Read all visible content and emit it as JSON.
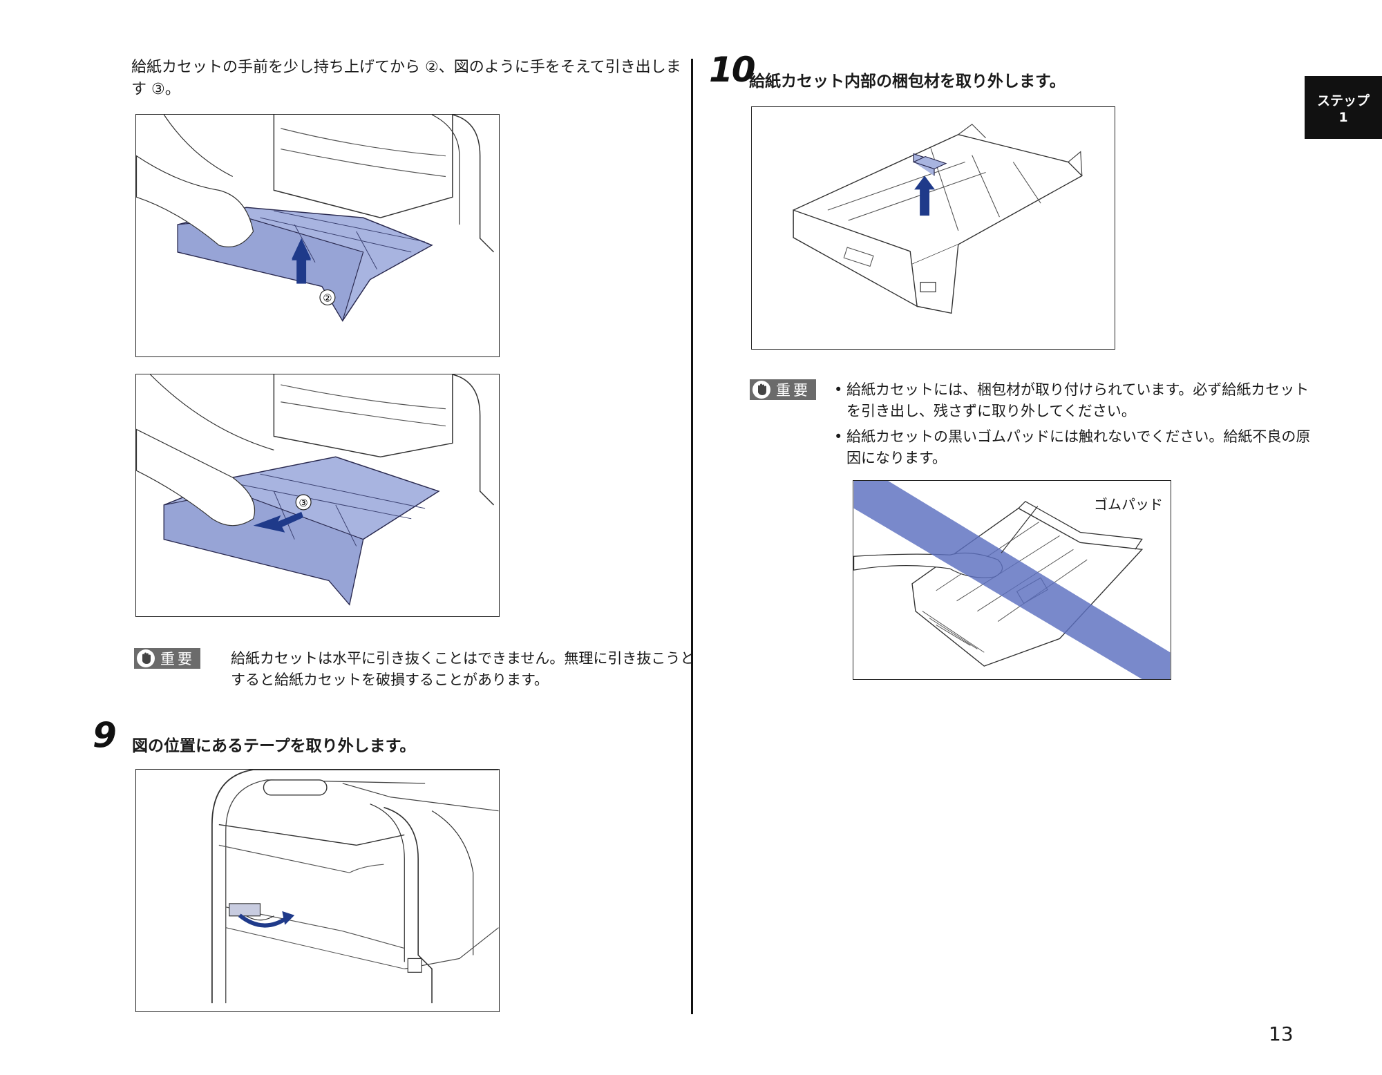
{
  "intro": {
    "line1": "給紙カセットの手前を少し持ち上げてから ②、図のように手をそえて引き出しま",
    "line2": "す ③。"
  },
  "figure_labels": {
    "circle2": "②",
    "circle3": "③",
    "rubber_pad": "ゴムパッド"
  },
  "important_badge": "重要",
  "important1": {
    "line1": "給紙カセットは水平に引き抜くことはできません。無理に引き抜こうと",
    "line2": "すると給紙カセットを破損することがあります。"
  },
  "step9": {
    "number": "9",
    "title": "図の位置にあるテープを取り外します。"
  },
  "step10": {
    "number": "10",
    "title": "給紙カセット内部の梱包材を取り外します。"
  },
  "important2": {
    "bullets": [
      {
        "line1": "給紙カセットには、梱包材が取り付けられています。必ず給紙カセット",
        "line2": "を引き出し、残さずに取り外してください。"
      },
      {
        "line1": "給紙カセットの黒いゴムパッドには触れないでください。給紙不良の原",
        "line2": "因になります。"
      }
    ]
  },
  "side_tab": {
    "line1": "ステップ",
    "line2": "1"
  },
  "page_number": "13",
  "colors": {
    "cassette_blue": "#a8b4e0",
    "arrow_blue": "#1f3a8a",
    "band_blue": "#5c6fc0",
    "badge_gray": "#6b6b6b"
  }
}
